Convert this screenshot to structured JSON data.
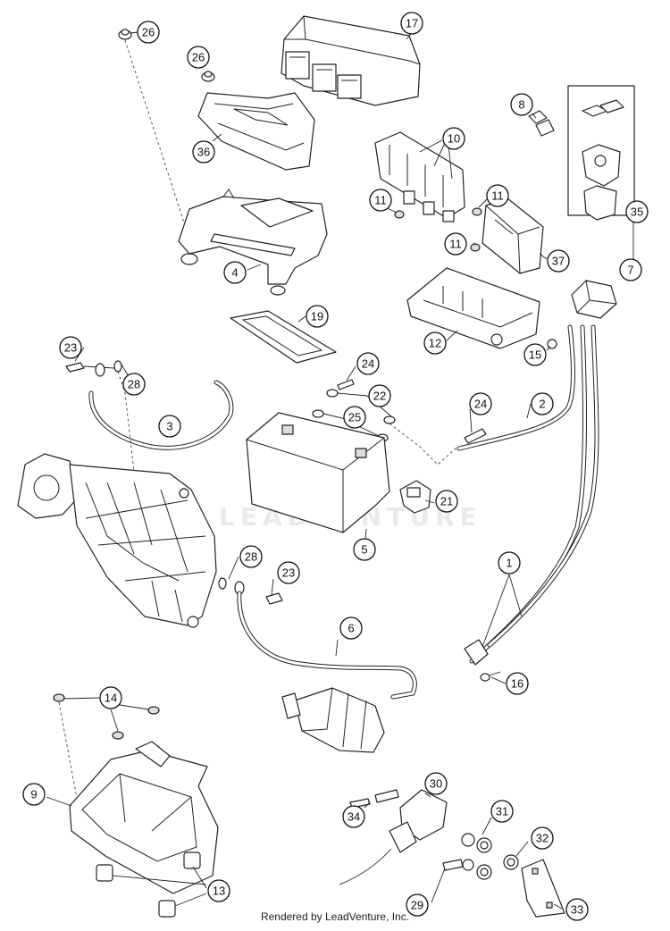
{
  "callouts": [
    "26",
    "26",
    "17",
    "36",
    "8",
    "7",
    "10",
    "35",
    "11",
    "11",
    "11",
    "37",
    "4",
    "19",
    "12",
    "15",
    "23",
    "28",
    "24",
    "3",
    "22",
    "25",
    "24",
    "2",
    "21",
    "5",
    "1",
    "28",
    "23",
    "16",
    "6",
    "14",
    "9",
    "13",
    "30",
    "34",
    "31",
    "32",
    "29",
    "33"
  ],
  "watermark": "LEADVENTURE",
  "footer": "Rendered by LeadVenture, Inc."
}
